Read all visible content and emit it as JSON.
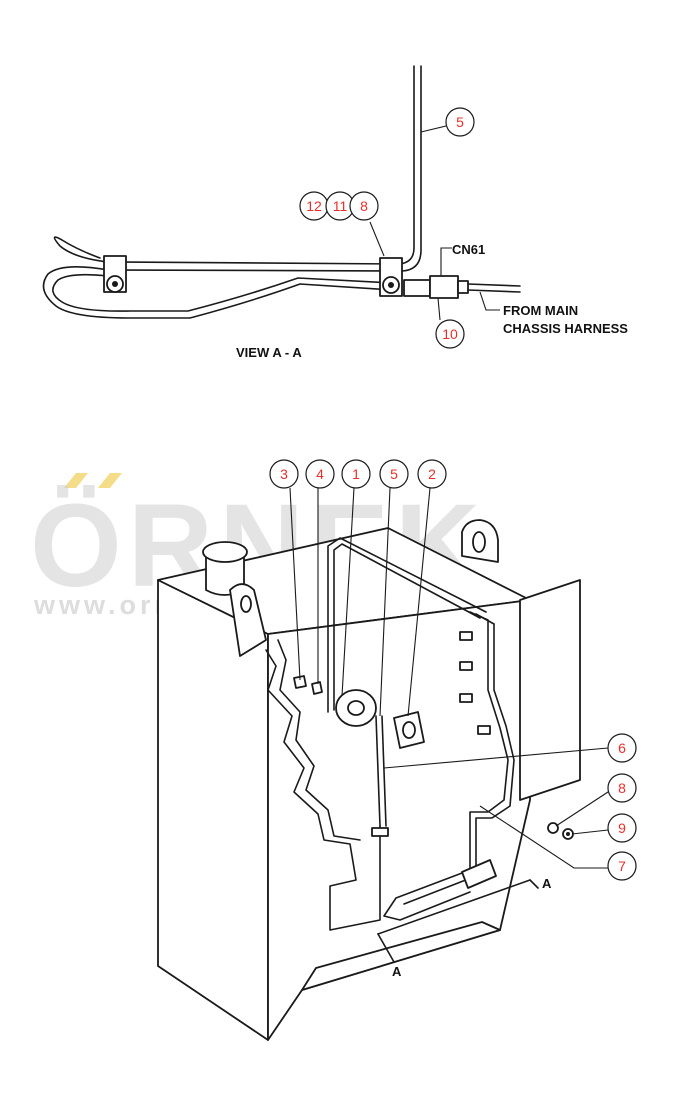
{
  "view_label": "VIEW A - A",
  "connector_label": "CN61",
  "harness_label_line1": "FROM MAIN",
  "harness_label_line2": "CHASSIS HARNESS",
  "section_marker": "A",
  "watermark_main": "ÖRNEK",
  "watermark_url": "www.ornekismakinalari.com.tr",
  "callouts": {
    "c5_top": "5",
    "c12": "12",
    "c11": "11",
    "c8_top": "8",
    "c10": "10",
    "c3": "3",
    "c4": "4",
    "c1": "1",
    "c5_bottom": "5",
    "c2": "2",
    "c6": "6",
    "c8_bottom": "8",
    "c9": "9",
    "c7": "7"
  },
  "colors": {
    "callout_text": "#e8302a",
    "line": "#1a1a1a",
    "watermark": "#cfcfcf",
    "watermark_accent": "#f1d36a"
  }
}
